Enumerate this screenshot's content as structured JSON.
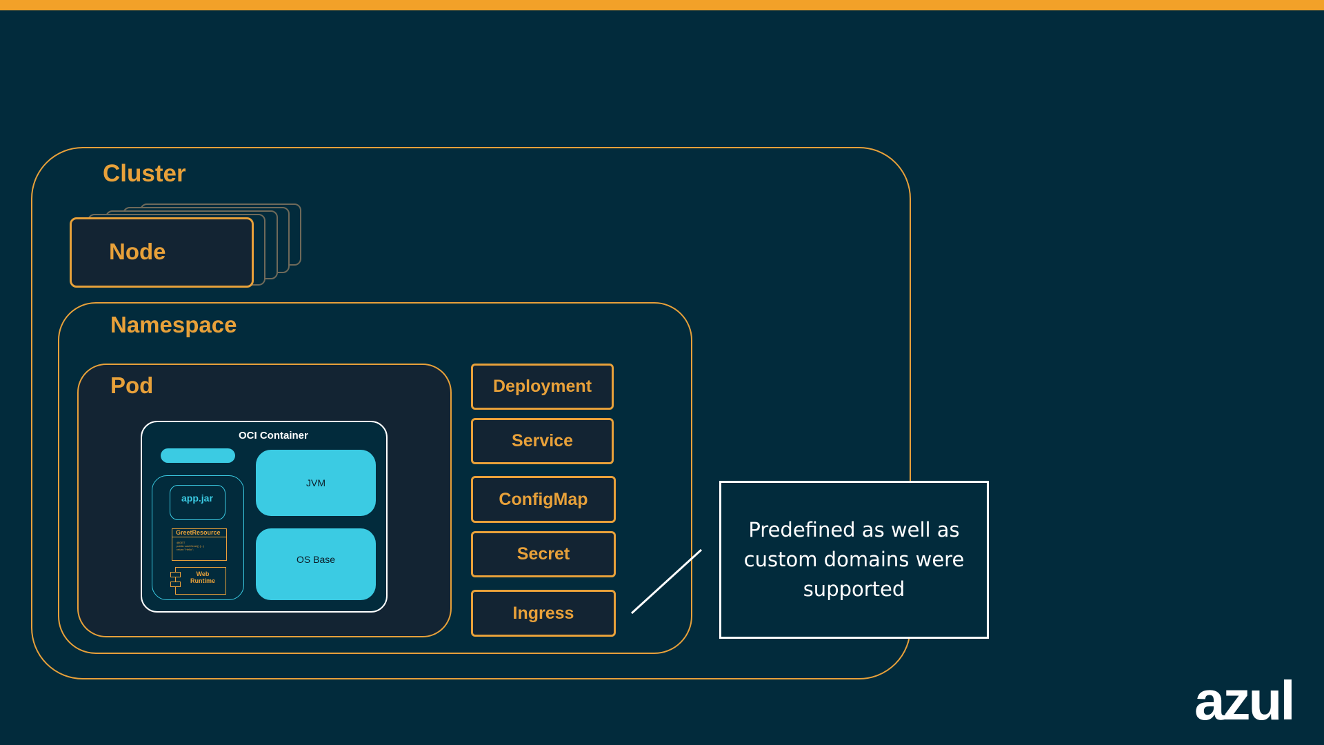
{
  "cluster": {
    "label": "Cluster"
  },
  "node": {
    "label": "Node"
  },
  "namespace": {
    "label": "Namespace"
  },
  "pod": {
    "label": "Pod"
  },
  "container": {
    "label": "OCI Container",
    "app_jar": "app.jar",
    "greet_resource": "GreetResource",
    "greet_code": [
      "@GET",
      "public void Greet() {...}",
      "return \"Hello\";"
    ],
    "web_runtime": [
      "Web",
      "Runtime"
    ],
    "jvm": "JVM",
    "os_base": "OS Base"
  },
  "resources": [
    "Deployment",
    "Service",
    "ConfigMap",
    "Secret",
    "Ingress"
  ],
  "callout": {
    "text": "Predefined as well as custom domains were supported"
  },
  "logo": {
    "text": "azul"
  },
  "colors": {
    "background": "#022b3c",
    "accent_orange": "#e8a13a",
    "top_bar": "#f2a129",
    "cyan": "#3bcbe3",
    "white": "#ffffff"
  }
}
